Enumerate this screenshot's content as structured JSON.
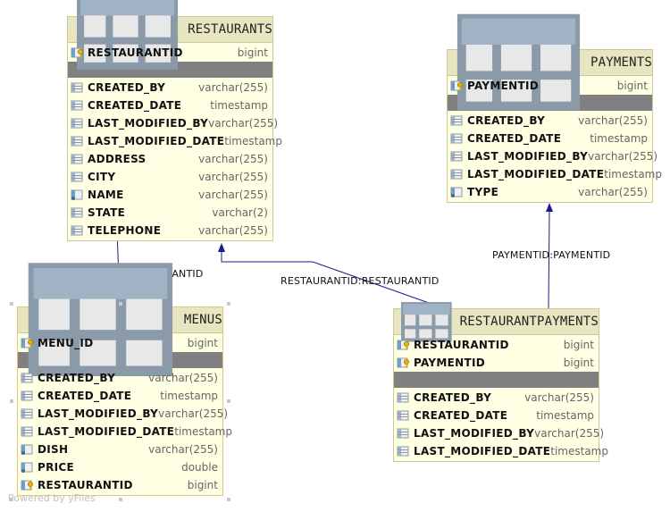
{
  "tables": {
    "restaurants": {
      "title": "RESTAURANTS",
      "keys": [
        {
          "name": "RESTAURANTID",
          "type": "bigint"
        }
      ],
      "columns": [
        {
          "name": "CREATED_BY",
          "type": "varchar(255)"
        },
        {
          "name": "CREATED_DATE",
          "type": "timestamp"
        },
        {
          "name": "LAST_MODIFIED_BY",
          "type": "varchar(255)"
        },
        {
          "name": "LAST_MODIFIED_DATE",
          "type": "timestamp"
        },
        {
          "name": "ADDRESS",
          "type": "varchar(255)"
        },
        {
          "name": "CITY",
          "type": "varchar(255)"
        },
        {
          "name": "NAME",
          "type": "varchar(255)"
        },
        {
          "name": "STATE",
          "type": "varchar(2)"
        },
        {
          "name": "TELEPHONE",
          "type": "varchar(255)"
        }
      ]
    },
    "payments": {
      "title": "PAYMENTS",
      "keys": [
        {
          "name": "PAYMENTID",
          "type": "bigint"
        }
      ],
      "columns": [
        {
          "name": "CREATED_BY",
          "type": "varchar(255)"
        },
        {
          "name": "CREATED_DATE",
          "type": "timestamp"
        },
        {
          "name": "LAST_MODIFIED_BY",
          "type": "varchar(255)"
        },
        {
          "name": "LAST_MODIFIED_DATE",
          "type": "timestamp"
        },
        {
          "name": "TYPE",
          "type": "varchar(255)"
        }
      ]
    },
    "menus": {
      "title": "MENUS",
      "keys": [
        {
          "name": "MENU_ID",
          "type": "bigint"
        }
      ],
      "columns": [
        {
          "name": "CREATED_BY",
          "type": "varchar(255)"
        },
        {
          "name": "CREATED_DATE",
          "type": "timestamp"
        },
        {
          "name": "LAST_MODIFIED_BY",
          "type": "varchar(255)"
        },
        {
          "name": "LAST_MODIFIED_DATE",
          "type": "timestamp"
        },
        {
          "name": "DISH",
          "type": "varchar(255)"
        },
        {
          "name": "PRICE",
          "type": "double"
        },
        {
          "name": "RESTAURANTID",
          "type": "bigint"
        }
      ]
    },
    "restaurantpayments": {
      "title": "RESTAURANTPAYMENTS",
      "keys": [
        {
          "name": "RESTAURANTID",
          "type": "bigint"
        },
        {
          "name": "PAYMENTID",
          "type": "bigint"
        }
      ],
      "columns": [
        {
          "name": "CREATED_BY",
          "type": "varchar(255)"
        },
        {
          "name": "CREATED_DATE",
          "type": "timestamp"
        },
        {
          "name": "LAST_MODIFIED_BY",
          "type": "varchar(255)"
        },
        {
          "name": "LAST_MODIFIED_DATE",
          "type": "timestamp"
        }
      ]
    }
  },
  "edges": {
    "menus_restaurants": "RESTAURANTID:RESTAURANTID",
    "rp_restaurants": "RESTAURANTID:RESTAURANTID",
    "rp_payments": "PAYMENTID:PAYMENTID"
  },
  "watermark": "Powered by yFiles",
  "colors": {
    "edge": "#1a1a8c",
    "header": "#e7e6c0",
    "body": "#ffffe4",
    "separator": "#808080"
  }
}
